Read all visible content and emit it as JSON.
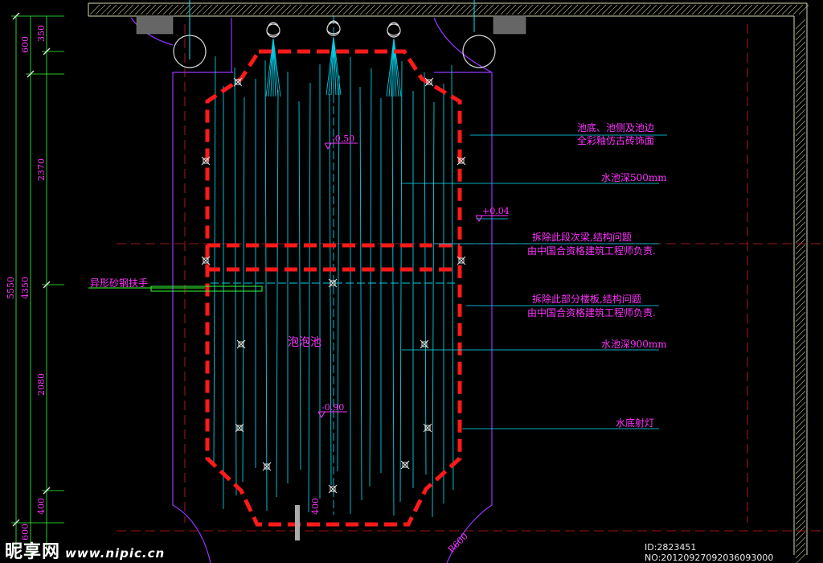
{
  "colors": {
    "pool_outline": "#ff1a1a",
    "cyan": "#00e5ff",
    "magenta": "#ff33ff",
    "purple": "#9933ff",
    "wall": "#d8d8b0",
    "green": "#33ff33"
  },
  "dimensions": {
    "d350": "350",
    "d600": "600",
    "d2370": "2370",
    "d5550": "5550",
    "d4350": "4350",
    "d2080": "2080",
    "d400": "400",
    "d600b": "600",
    "d400b": "400",
    "r600": "R600"
  },
  "levels": {
    "upper": "-0.50",
    "right": "+0.04",
    "lower": "-0.90"
  },
  "labels": {
    "handrail": "异形砂钢扶手",
    "pool_name": "泡泡池"
  },
  "annotations": [
    {
      "line1": "池底、池侧及池边",
      "line2": "全彩釉仿古砖饰面"
    },
    {
      "line1": "水池深500mm",
      "line2": ""
    },
    {
      "line1": "拆除此段次梁,结构问题",
      "line2": "由中国合资格建筑工程师负责."
    },
    {
      "line1": "拆除此部分楼板,结构问题",
      "line2": "由中国合资格建筑工程师负责."
    },
    {
      "line1": "水池深900mm",
      "line2": ""
    },
    {
      "line1": "水底射灯",
      "line2": ""
    }
  ],
  "watermark": {
    "brand": "昵享网",
    "url": "www.nipic.cn",
    "id": "ID:2823451 NO:20120927092036093000"
  }
}
